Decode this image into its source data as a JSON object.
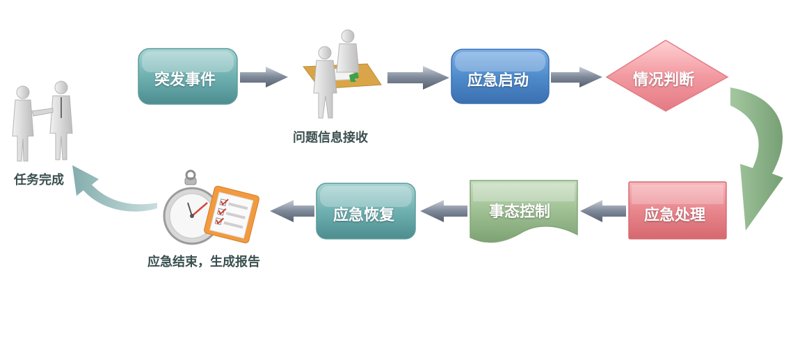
{
  "steps": {
    "incident": "突发事件",
    "receive": "问题信息接收",
    "start": "应急启动",
    "judge": "情况判断",
    "handle": "应急处理",
    "control": "事态控制",
    "recover": "应急恢复",
    "end_report": "应急结束，生成报告",
    "complete": "任务完成"
  },
  "colors": {
    "teal": "#6aa9ad",
    "blue": "#4a86c5",
    "pink": "#eb8d95",
    "red": "#e06e76",
    "green": "#8eb183",
    "arrow": "#7b8696"
  }
}
